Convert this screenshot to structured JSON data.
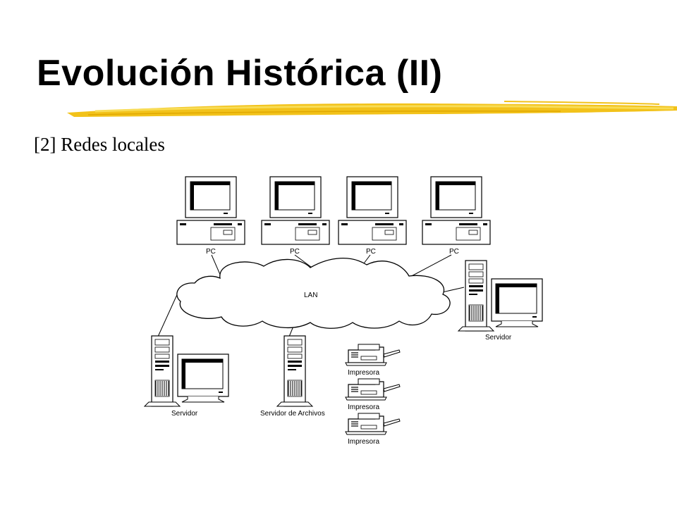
{
  "slide": {
    "title": "Evolución Histórica (II)",
    "subtitle": "[2] Redes locales"
  },
  "diagram": {
    "network_label": "LAN",
    "pc_labels": [
      "PC",
      "PC",
      "PC",
      "PC"
    ],
    "server_left_label": "Servidor",
    "server_right_label": "Servidor",
    "file_server_label": "Servidor de Archivos",
    "printer_labels": [
      "Impresora",
      "Impresora",
      "Impresora"
    ]
  },
  "colors": {
    "accent_stroke": "#f2c21a",
    "line": "#000000",
    "background": "#ffffff"
  }
}
